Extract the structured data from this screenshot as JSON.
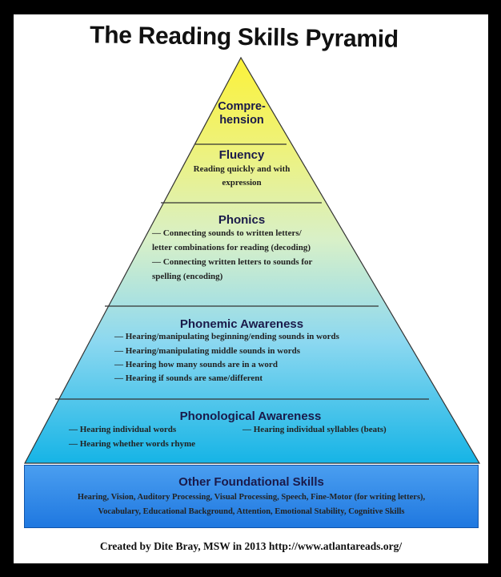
{
  "title": "The Reading Skills Pyramid",
  "levels": {
    "comprehension": {
      "title_line1": "Compre-",
      "title_line2": "hension"
    },
    "fluency": {
      "title": "Fluency",
      "line1": "Reading quickly and with",
      "line2": "expression"
    },
    "phonics": {
      "title": "Phonics",
      "lines": [
        "— Connecting sounds to written letters/",
        "letter combinations for reading (decoding)",
        "— Connecting written letters to sounds for",
        "spelling (encoding)"
      ]
    },
    "phonemic": {
      "title": "Phonemic Awareness",
      "lines": [
        "— Hearing/manipulating beginning/ending sounds in words",
        "— Hearing/manipulating middle sounds in words",
        "— Hearing how many sounds are in a word",
        "— Hearing if sounds are same/different"
      ]
    },
    "phonological": {
      "title": "Phonological Awareness",
      "left1": "— Hearing individual words",
      "left2": "— Hearing whether words rhyme",
      "right1": "— Hearing individual syllables (beats)"
    },
    "foundational": {
      "title": "Other Foundational Skills",
      "line1": "Hearing, Vision, Auditory Processing, Visual Processing, Speech, Fine-Motor (for writing letters),",
      "line2": "Vocabulary, Educational Background, Attention, Emotional Stability, Cognitive Skills"
    }
  },
  "credit": "Created by Dite Bray, MSW in 2013   http://www.atlantareads.org/",
  "colors": {
    "top": "#fbf23a",
    "mid": "#dff0b0",
    "bottom": "#1ab8e6",
    "base": "#2a86e8"
  }
}
